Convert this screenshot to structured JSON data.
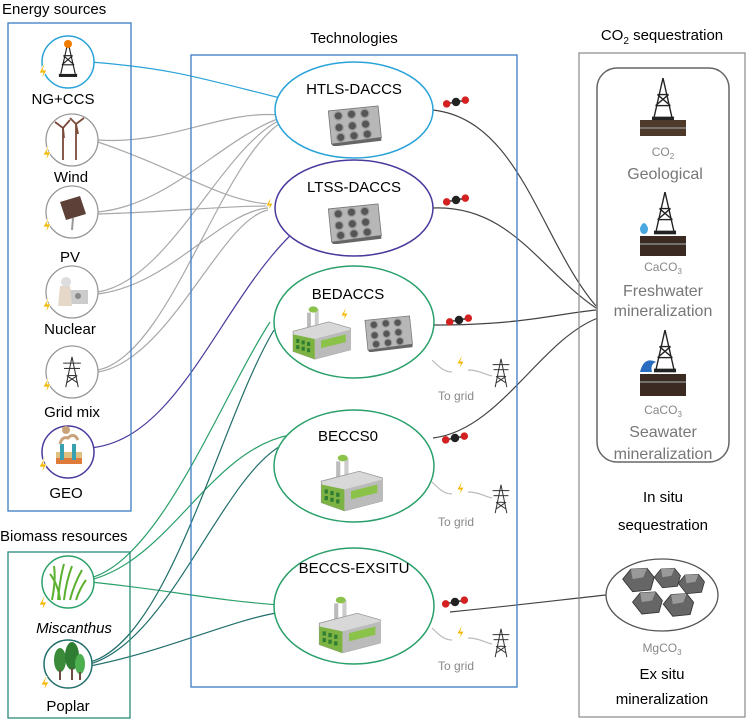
{
  "headers": {
    "energy": "Energy sources",
    "technologies": "Technologies",
    "co2_prefix": "CO",
    "co2_sub": "2",
    "co2_suffix": " sequestration",
    "biomass": "Biomass resources"
  },
  "energy_sources": [
    {
      "label": "NG+CCS",
      "icon": "gas-rig-icon"
    },
    {
      "label": "Wind",
      "icon": "wind-turbine-icon"
    },
    {
      "label": "PV",
      "icon": "solar-panel-icon"
    },
    {
      "label": "Nuclear",
      "icon": "nuclear-plant-icon"
    },
    {
      "label": "Grid mix",
      "icon": "power-pylon-icon"
    },
    {
      "label": "GEO",
      "icon": "geothermal-icon"
    }
  ],
  "biomass_sources": [
    {
      "label": "Miscanthus",
      "icon": "grass-icon"
    },
    {
      "label": "Poplar",
      "icon": "tree-icon"
    }
  ],
  "technologies": [
    {
      "label": "HTLS-DACCS"
    },
    {
      "label": "LTSS-DACCS"
    },
    {
      "label": "BEDACCS"
    },
    {
      "label": "BECCS0"
    },
    {
      "label": "BECCS-EXSITU"
    }
  ],
  "to_grid": "To grid",
  "sequestration": {
    "geological": {
      "formula": "CO",
      "sub": "2",
      "label": "Geological"
    },
    "freshwater": {
      "formula": "CaCO",
      "sub": "3",
      "line1": "Freshwater",
      "line2": "mineralization"
    },
    "seawater": {
      "formula": "CaCO",
      "sub": "3",
      "line1": "Seawater",
      "line2": "mineralization"
    },
    "insitu": {
      "line1": "In situ",
      "line2": "sequestration"
    },
    "exsitu": {
      "formula": "MgCO",
      "sub": "3",
      "line1": "Ex situ",
      "line2": "mineralization"
    }
  },
  "colors": {
    "energy_box": "#3a7cc4",
    "biomass_box": "#2a8c7a",
    "htls": "#29a3d8",
    "ltss": "#4a3a9c",
    "bio": "#2aa06a",
    "grey_line": "#999999",
    "dark_line": "#444444",
    "lightning": "#f5b800"
  }
}
